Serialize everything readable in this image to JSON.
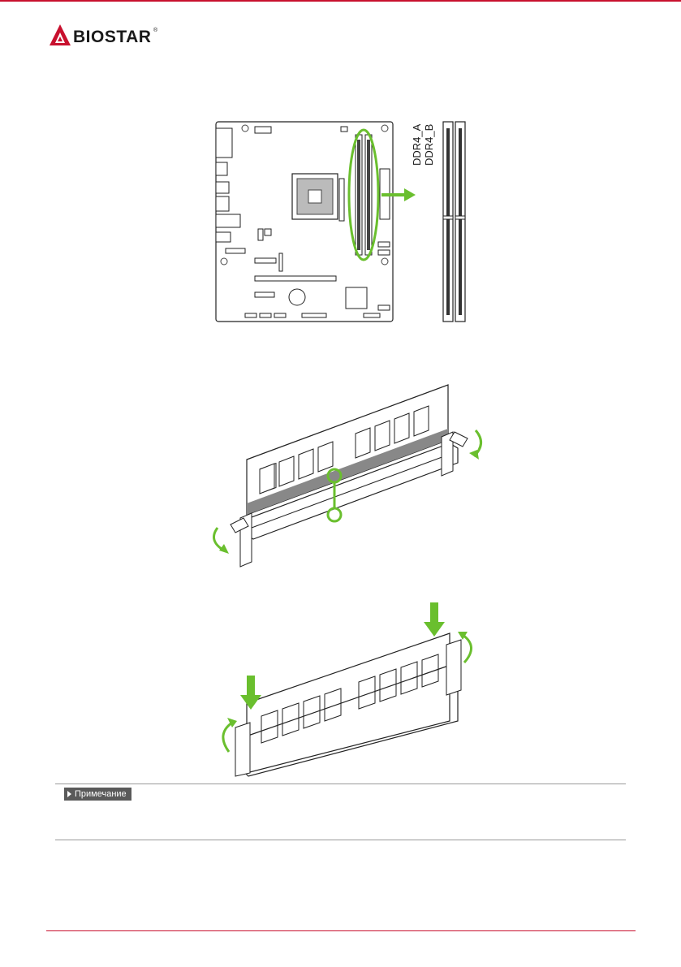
{
  "header": {
    "brand": "BIOSTAR",
    "registered_mark": "®",
    "logo_icon": "biostar-triangle-logo-icon",
    "accent_color": "#c8102e"
  },
  "figure_board": {
    "slot_a_label": "DDR4_A",
    "slot_b_label": "DDR4_B",
    "highlight_color": "#6abf2e"
  },
  "figure_insert": {
    "arrow_color": "#6abf2e"
  },
  "figure_seat": {
    "arrow_color": "#6abf2e"
  },
  "note": {
    "label": "Примечание"
  }
}
